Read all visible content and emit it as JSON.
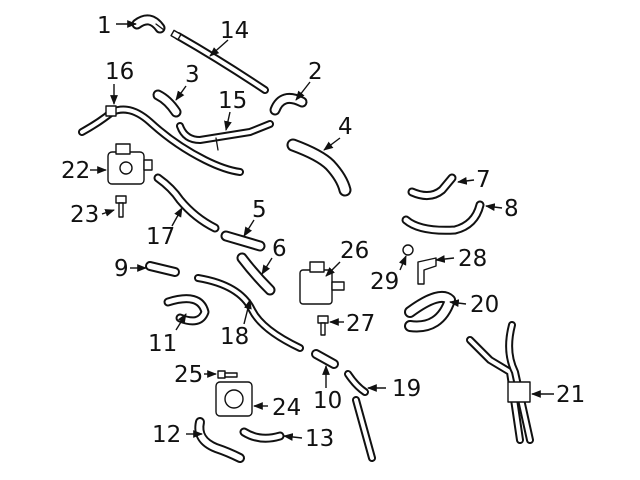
{
  "callouts": [
    "1",
    "2",
    "3",
    "4",
    "5",
    "6",
    "7",
    "8",
    "9",
    "10",
    "11",
    "12",
    "13",
    "14",
    "15",
    "16",
    "17",
    "18",
    "19",
    "20",
    "21",
    "22",
    "23",
    "24",
    "25",
    "26",
    "27",
    "28",
    "29"
  ],
  "colors": {
    "line": "#111111",
    "background": "#ffffff"
  }
}
